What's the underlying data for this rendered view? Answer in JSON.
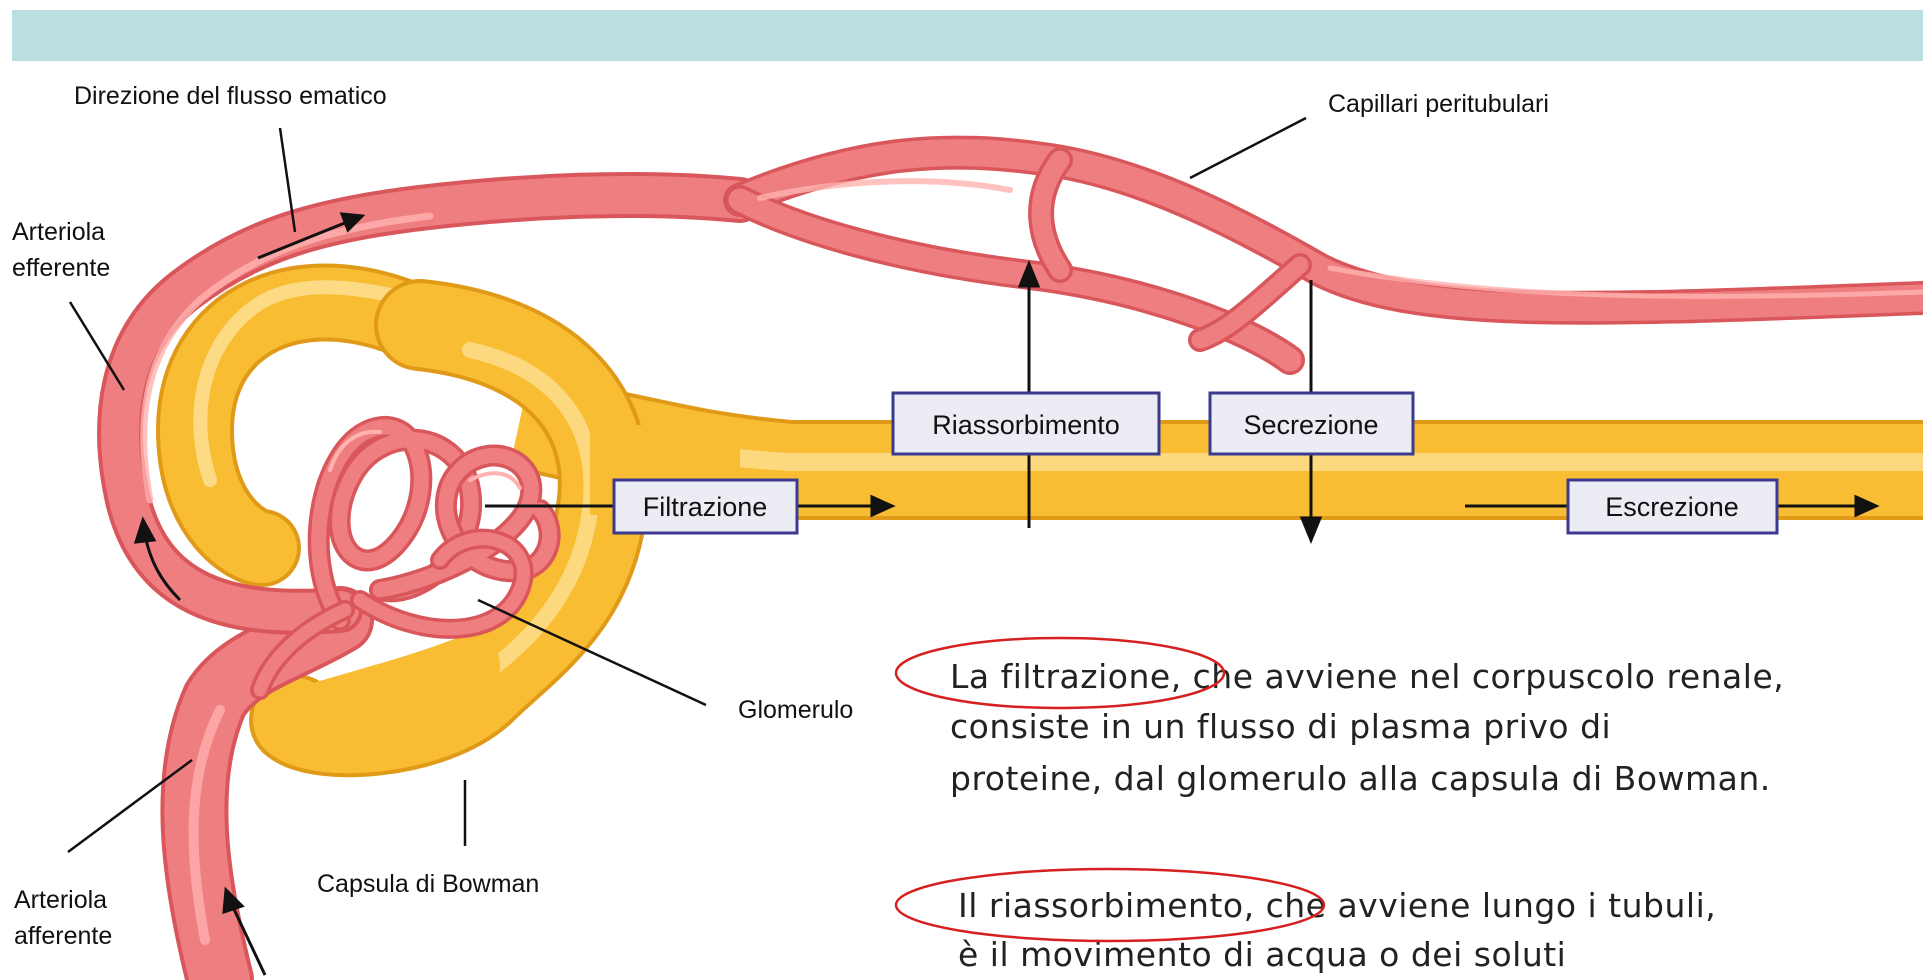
{
  "colors": {
    "header_bar": "#b9dfe1",
    "vessel_fill": "#ee7e80",
    "vessel_edge": "#d9575b",
    "vessel_highlight": "#ffb3b0",
    "tubule_fill": "#f8bd33",
    "tubule_highlight": "#fde5a0",
    "tubule_edge": "#e09a18",
    "box_border": "#3b3a8e",
    "box_fill": "#ececf4",
    "highlight_ellipse": "#d62020"
  },
  "labels": {
    "blood_flow": "Direzione del flusso ematico",
    "peritubular": "Capillari peritubulari",
    "efferent_1": "Arteriola",
    "efferent_2": "efferente",
    "afferent_1": "Arteriola",
    "afferent_2": "afferente",
    "glomerulus": "Glomerulo",
    "bowman": "Capsula di Bowman"
  },
  "processes": {
    "filtration": "Filtrazione",
    "reabsorption": "Riassorbimento",
    "secretion": "Secrezione",
    "excretion": "Escrezione"
  },
  "notes": {
    "filtration_highlight": "La filtrazione",
    "filtration_line1_rest": ", che avviene nel corpuscolo renale,",
    "filtration_line2": "consiste in un flusso di plasma privo di",
    "filtration_line3": "proteine, dal glomerulo alla capsula di Bowman.",
    "reabsorption_highlight": "Il riassorbimento",
    "reabsorption_line1_rest": ", che avviene lungo i tubuli,",
    "reabsorption_line2": "è il movimento di acqua o dei soluti"
  }
}
